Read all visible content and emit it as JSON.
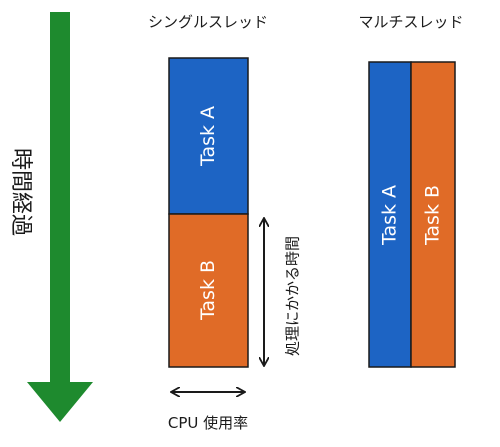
{
  "colors": {
    "task_a": "#1d64c4",
    "task_b": "#e06b27",
    "time_arrow": "#1e8a2e",
    "ink": "#1a1a1a"
  },
  "labels": {
    "time_axis": "時間経過",
    "single_thread_title": "シングルスレッド",
    "multi_thread_title": "マルチスレッド",
    "task_a": "Task A",
    "task_b": "Task B",
    "processing_time": "処理にかかる時間",
    "cpu_usage": "CPU 使用率"
  }
}
